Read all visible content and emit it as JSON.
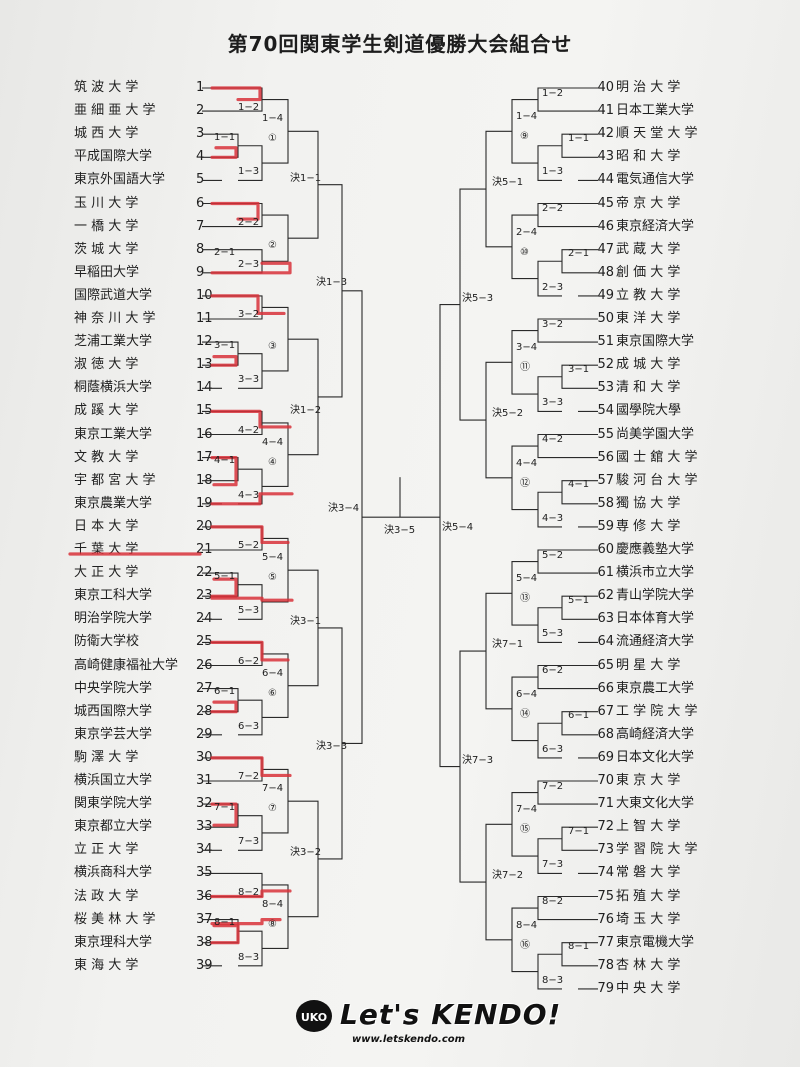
{
  "title": "第70回関東学生剣道優勝大会組合せ",
  "teams_left": [
    {
      "num": "1",
      "name": "筑 波 大 学"
    },
    {
      "num": "2",
      "name": "亜 細 亜 大 学"
    },
    {
      "num": "3",
      "name": "城 西 大 学"
    },
    {
      "num": "4",
      "name": "平成国際大学"
    },
    {
      "num": "5",
      "name": "東京外国語大学"
    },
    {
      "num": "6",
      "name": "玉 川 大 学"
    },
    {
      "num": "7",
      "name": "一 橋 大 学"
    },
    {
      "num": "8",
      "name": "茨 城 大 学"
    },
    {
      "num": "9",
      "name": "早稲田大学"
    },
    {
      "num": "10",
      "name": "国際武道大学"
    },
    {
      "num": "11",
      "name": "神 奈 川 大 学"
    },
    {
      "num": "12",
      "name": "芝浦工業大学"
    },
    {
      "num": "13",
      "name": "淑 徳 大 学"
    },
    {
      "num": "14",
      "name": "桐蔭横浜大学"
    },
    {
      "num": "15",
      "name": "成 蹊 大 学"
    },
    {
      "num": "16",
      "name": "東京工業大学"
    },
    {
      "num": "17",
      "name": "文 教 大 学"
    },
    {
      "num": "18",
      "name": "宇 都 宮 大 学"
    },
    {
      "num": "19",
      "name": "東京農業大学"
    },
    {
      "num": "20",
      "name": "日 本 大 学"
    },
    {
      "num": "21",
      "name": "千 葉 大 学"
    },
    {
      "num": "22",
      "name": "大 正 大 学"
    },
    {
      "num": "23",
      "name": "東京工科大学"
    },
    {
      "num": "24",
      "name": "明治学院大学"
    },
    {
      "num": "25",
      "name": "防衛大学校"
    },
    {
      "num": "26",
      "name": "高崎健康福祉大学"
    },
    {
      "num": "27",
      "name": "中央学院大学"
    },
    {
      "num": "28",
      "name": "城西国際大学"
    },
    {
      "num": "29",
      "name": "東京学芸大学"
    },
    {
      "num": "30",
      "name": "駒 澤 大 学"
    },
    {
      "num": "31",
      "name": "横浜国立大学"
    },
    {
      "num": "32",
      "name": "関東学院大学"
    },
    {
      "num": "33",
      "name": "東京都立大学"
    },
    {
      "num": "34",
      "name": "立 正 大 学"
    },
    {
      "num": "35",
      "name": "横浜商科大学"
    },
    {
      "num": "36",
      "name": "法 政 大 学"
    },
    {
      "num": "37",
      "name": "桜 美 林 大 学"
    },
    {
      "num": "38",
      "name": "東京理科大学"
    },
    {
      "num": "39",
      "name": "東 海 大 学"
    }
  ],
  "teams_right": [
    {
      "num": "40",
      "name": "明 治 大 学"
    },
    {
      "num": "41",
      "name": "日本工業大学"
    },
    {
      "num": "42",
      "name": "順 天 堂 大 学"
    },
    {
      "num": "43",
      "name": "昭 和 大 学"
    },
    {
      "num": "44",
      "name": "電気通信大学"
    },
    {
      "num": "45",
      "name": "帝 京 大 学"
    },
    {
      "num": "46",
      "name": "東京経済大学"
    },
    {
      "num": "47",
      "name": "武 蔵 大 学"
    },
    {
      "num": "48",
      "name": "創 価 大 学"
    },
    {
      "num": "49",
      "name": "立 教 大 学"
    },
    {
      "num": "50",
      "name": "東 洋 大 学"
    },
    {
      "num": "51",
      "name": "東京国際大学"
    },
    {
      "num": "52",
      "name": "成 城 大 学"
    },
    {
      "num": "53",
      "name": "清 和 大 学"
    },
    {
      "num": "54",
      "name": "國學院大學"
    },
    {
      "num": "55",
      "name": "尚美学園大学"
    },
    {
      "num": "56",
      "name": "國 士 舘 大 学"
    },
    {
      "num": "57",
      "name": "駿 河 台 大 学"
    },
    {
      "num": "58",
      "name": "獨 協 大 学"
    },
    {
      "num": "59",
      "name": "専 修 大 学"
    },
    {
      "num": "60",
      "name": "慶應義塾大学"
    },
    {
      "num": "61",
      "name": "横浜市立大学"
    },
    {
      "num": "62",
      "name": "青山学院大学"
    },
    {
      "num": "63",
      "name": "日本体育大学"
    },
    {
      "num": "64",
      "name": "流通経済大学"
    },
    {
      "num": "65",
      "name": "明 星 大 学"
    },
    {
      "num": "66",
      "name": "東京農工大学"
    },
    {
      "num": "67",
      "name": "工 学 院 大 学"
    },
    {
      "num": "68",
      "name": "高崎経済大学"
    },
    {
      "num": "69",
      "name": "日本文化大学"
    },
    {
      "num": "70",
      "name": "東 京 大 学"
    },
    {
      "num": "71",
      "name": "大東文化大学"
    },
    {
      "num": "72",
      "name": "上 智 大 学"
    },
    {
      "num": "73",
      "name": "学 習 院 大 学"
    },
    {
      "num": "74",
      "name": "常 磐 大 学"
    },
    {
      "num": "75",
      "name": "拓 殖 大 学"
    },
    {
      "num": "76",
      "name": "埼 玉 大 学"
    },
    {
      "num": "77",
      "name": "東京電機大学"
    },
    {
      "num": "78",
      "name": "杏 林 大 学"
    },
    {
      "num": "79",
      "name": "中 央 大 学"
    }
  ],
  "match_labels": {
    "m1_1": "1−1",
    "m1_2": "1−2",
    "m1_3": "1−3",
    "m1_4": "1−4",
    "c1": "①",
    "m2_1": "2−1",
    "m2_2": "2−2",
    "m2_3": "2−3",
    "c2": "②",
    "m3_1": "3−1",
    "m3_2": "3−2",
    "m3_3": "3−3",
    "c3": "③",
    "m4_1": "4−1",
    "m4_2": "4−2",
    "m4_3": "4−3",
    "m4_4": "4−4",
    "c4": "④",
    "m5_1": "5−1",
    "m5_2": "5−2",
    "m5_3": "5−3",
    "m5_4": "5−4",
    "c5": "⑤",
    "m6_1": "6−1",
    "m6_2": "6−2",
    "m6_3": "6−3",
    "m6_4": "6−4",
    "c6": "⑥",
    "m7_1": "7−1",
    "m7_2": "7−2",
    "m7_3": "7−3",
    "m7_4": "7−4",
    "c7": "⑦",
    "m8_1": "8−1",
    "m8_2": "8−2",
    "m8_3": "8−3",
    "m8_4": "8−4",
    "c8": "⑧",
    "k1_1": "決1−1",
    "k1_2": "決1−2",
    "k1_3": "決1−3",
    "k3_1": "決3−1",
    "k3_2": "決3−2",
    "k3_3": "決3−3",
    "k3_4": "決3−4",
    "k3_5": "決3−5",
    "r1_2": "1−2",
    "r1_3": "1−3",
    "r1_4": "1−4",
    "r1_1": "1−1",
    "c9": "⑨",
    "r2_2": "2−2",
    "r2_4": "2−4",
    "r2_1": "2−1",
    "r2_3": "2−3",
    "c10": "⑩",
    "r3_2": "3−2",
    "r3_4": "3−4",
    "r3_1": "3−1",
    "r3_3": "3−3",
    "c11": "⑪",
    "r4_2": "4−2",
    "r4_4": "4−4",
    "r4_1": "4−1",
    "r4_3": "4−3",
    "c12": "⑫",
    "r5_2": "5−2",
    "r5_4": "5−4",
    "r5_1": "5−1",
    "r5_3": "5−3",
    "c13": "⑬",
    "r6_2": "6−2",
    "r6_4": "6−4",
    "r6_1": "6−1",
    "r6_3": "6−3",
    "c14": "⑭",
    "r7_2": "7−2",
    "r7_4": "7−4",
    "r7_1": "7−1",
    "r7_3": "7−3",
    "c15": "⑮",
    "r8_2": "8−2",
    "r8_4": "8−4",
    "r8_1": "8−1",
    "r8_3": "8−3",
    "c16": "⑯",
    "k5_1": "決5−1",
    "k5_2": "決5−2",
    "k5_3": "決5−3",
    "k5_4": "決5−4",
    "k7_1": "決7−1",
    "k7_2": "決7−2",
    "k7_3": "決7−3"
  },
  "logo": {
    "text": "Let's KENDO!",
    "url": "www.letskendo.com",
    "badge": "UKO"
  },
  "colors": {
    "paper": "#f2f2f0",
    "ink": "#1e1e1e",
    "marker": "#d8313a"
  }
}
